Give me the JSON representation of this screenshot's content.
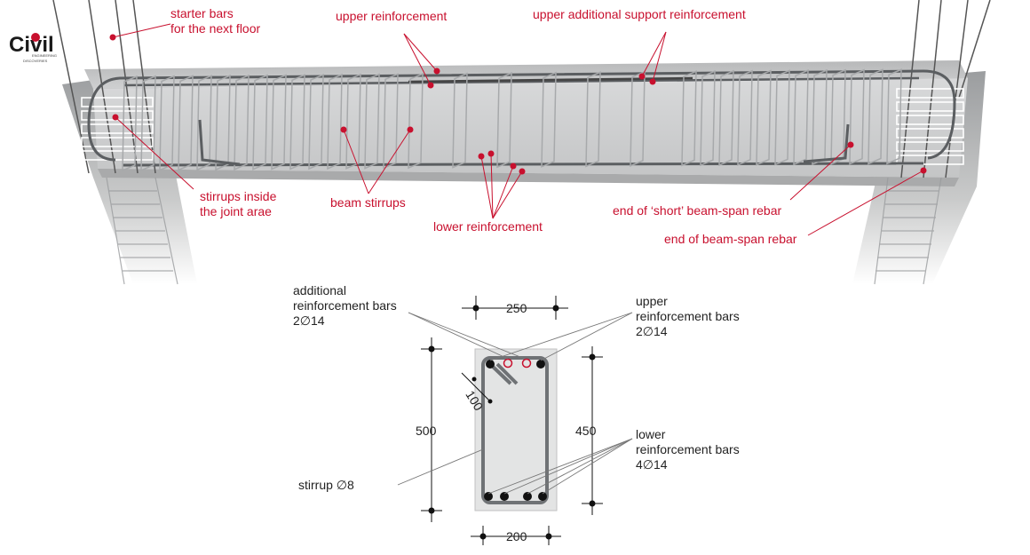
{
  "logo": {
    "text": "Civil",
    "subtext_1": "ENGINEERING",
    "subtext_2": "DISCOVERIES"
  },
  "colors": {
    "annotation": "#c8102e",
    "steel": "#8a8d90",
    "concrete": "#cfd0d1",
    "leader_dark": "#555555"
  },
  "top_labels": {
    "starter_bars_1": "starter bars",
    "starter_bars_2": "for the next floor",
    "upper_reinforcement": "upper reinforcement",
    "upper_additional": "upper additional support reinforcement",
    "stirrups_joint_1": "stirrups inside",
    "stirrups_joint_2": "the joint arae",
    "beam_stirrups": "beam stirrups",
    "lower_reinforcement": "lower reinforcement",
    "end_short_rebar": "end of ‘short’ beam-span rebar",
    "end_rebar": "end of beam-span rebar"
  },
  "section_labels": {
    "additional_1": "additional",
    "additional_2": "reinforcement bars",
    "additional_3": "2∅14",
    "upper_1": "upper",
    "upper_2": "reinforcement bars",
    "upper_3": "2∅14",
    "lower_1": "lower",
    "lower_2": "reinforcement bars",
    "lower_3": "4∅14",
    "stirrup": "stirrup ∅8"
  },
  "dimensions": {
    "top_width": "250",
    "bottom_width": "200",
    "total_height": "500",
    "inner_height": "450",
    "cover": "100"
  }
}
